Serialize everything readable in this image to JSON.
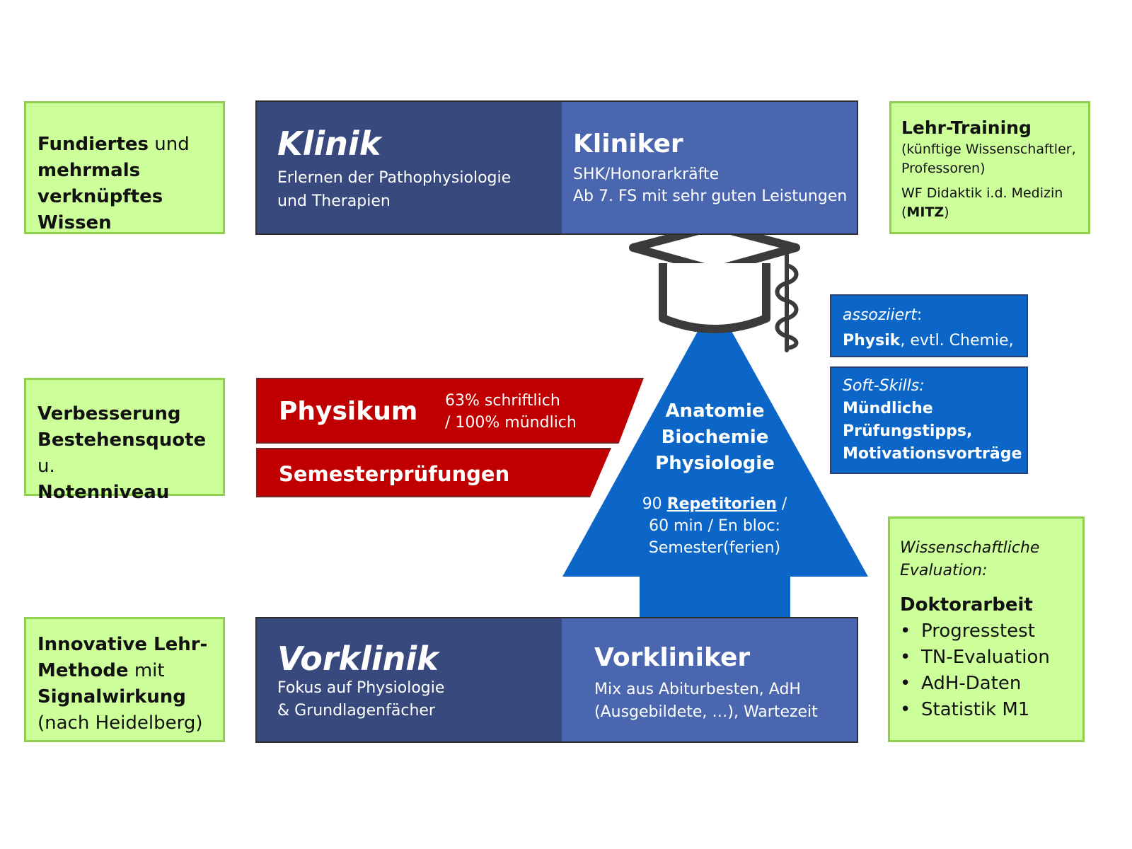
{
  "left": {
    "box1": {
      "bold1": "Fundiertes",
      "rest1": " und",
      "bold2": "mehrmals",
      "bold3": "verknüpftes Wissen"
    },
    "box2": {
      "bold1": "Verbesserung",
      "bold2": "Bestehensquote",
      "rest2": " u.",
      "bold3": "Notenniveau"
    },
    "box3": {
      "bold1": "Innovative Lehr-",
      "bold2": "Methode",
      "rest2": " mit",
      "bold3": "Signalwirkung",
      "plain4": "(nach Heidelberg)"
    }
  },
  "klinik": {
    "title": "Klinik",
    "desc1": "Erlernen der Pathophysiologie",
    "desc2": "und Therapien",
    "kliniker_title": "Kliniker",
    "kliniker_line1": "SHK/Honorarkräfte",
    "kliniker_line2": "Ab 7. FS mit sehr guten Leistungen"
  },
  "vorklinik": {
    "title": "Vorklinik",
    "desc1": "Fokus auf Physiologie",
    "desc2": "& Grundlagenfächer",
    "vorkliniker_title": "Vorkliniker",
    "vorkliniker_line1": "Mix aus Abiturbesten, AdH",
    "vorkliniker_line2": "(Ausgebildete, …), Wartezeit"
  },
  "exams": {
    "physikum": "Physikum",
    "physikum_note1": "63% schriftlich",
    "physikum_note2": "/ 100% mündlich",
    "semester": "Semesterprüfungen"
  },
  "arrow": {
    "subjects": [
      "Anatomie",
      "Biochemie",
      "Physiologie"
    ],
    "note_prefix": "90 ",
    "note_link": "Repetitorien",
    "note_suffix": " /",
    "note2": "60 min / En bloc:",
    "note3": "Semester(ferien)"
  },
  "assoz": {
    "label": "assoziiert",
    "colon": ":",
    "bold": "Physik",
    "rest": ", evtl. Chemie, …"
  },
  "soft": {
    "label": "Soft-Skills:",
    "lines": [
      "Mündliche",
      "Prüfungstipps,",
      "Motivationsvorträge"
    ]
  },
  "lehr": {
    "title": "Lehr-Training",
    "sub1": "(künftige Wissenschaftler,",
    "sub2": "Professoren)",
    "wf": "WF Didaktik i.d. Medizin",
    "mitz_open": "(",
    "mitz": "MITZ",
    "mitz_close": ")"
  },
  "eval": {
    "label1": "Wissenschaftliche",
    "label2": "Evaluation:",
    "title": "Doktorarbeit",
    "items": [
      "Progresstest",
      "TN-Evaluation",
      "AdH-Daten",
      "Statistik M1"
    ]
  },
  "colors": {
    "green_fill": "#ccfe99",
    "dark_blue": "#38497e",
    "mid_blue": "#4a66ae",
    "arrow_blue": "#0b66c8",
    "red": "#c00000"
  },
  "icons": [
    "graduation-cap-icon",
    "rod-of-asclepius-icon"
  ]
}
